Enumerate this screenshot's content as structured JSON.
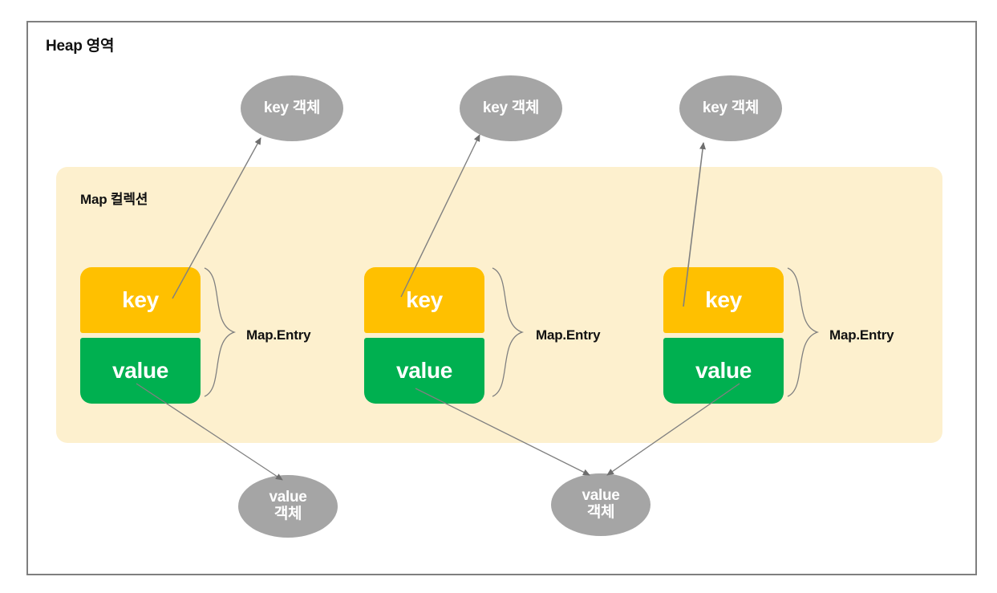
{
  "diagram": {
    "heap": {
      "title": "Heap 영역"
    },
    "map_panel": {
      "title": "Map 컬렉션"
    },
    "entries": [
      {
        "key_label": "key",
        "value_label": "value",
        "entry_label": "Map.Entry"
      },
      {
        "key_label": "key",
        "value_label": "value",
        "entry_label": "Map.Entry"
      },
      {
        "key_label": "key",
        "value_label": "value",
        "entry_label": "Map.Entry"
      }
    ],
    "key_objects": [
      {
        "label": "key 객체"
      },
      {
        "label": "key 객체"
      },
      {
        "label": "key 객체"
      }
    ],
    "value_objects": [
      {
        "label": "value\n객체"
      },
      {
        "label": "value\n객체"
      }
    ],
    "colors": {
      "key_box": "#FFC000",
      "value_box": "#00B050",
      "object_ellipse": "#A5A5A5",
      "map_panel_background": "#FDF0CE",
      "heap_frame_border": "#7F7F7F",
      "connector_line": "#808080",
      "text_dark": "#111111",
      "text_light": "#FFFFFF"
    }
  }
}
